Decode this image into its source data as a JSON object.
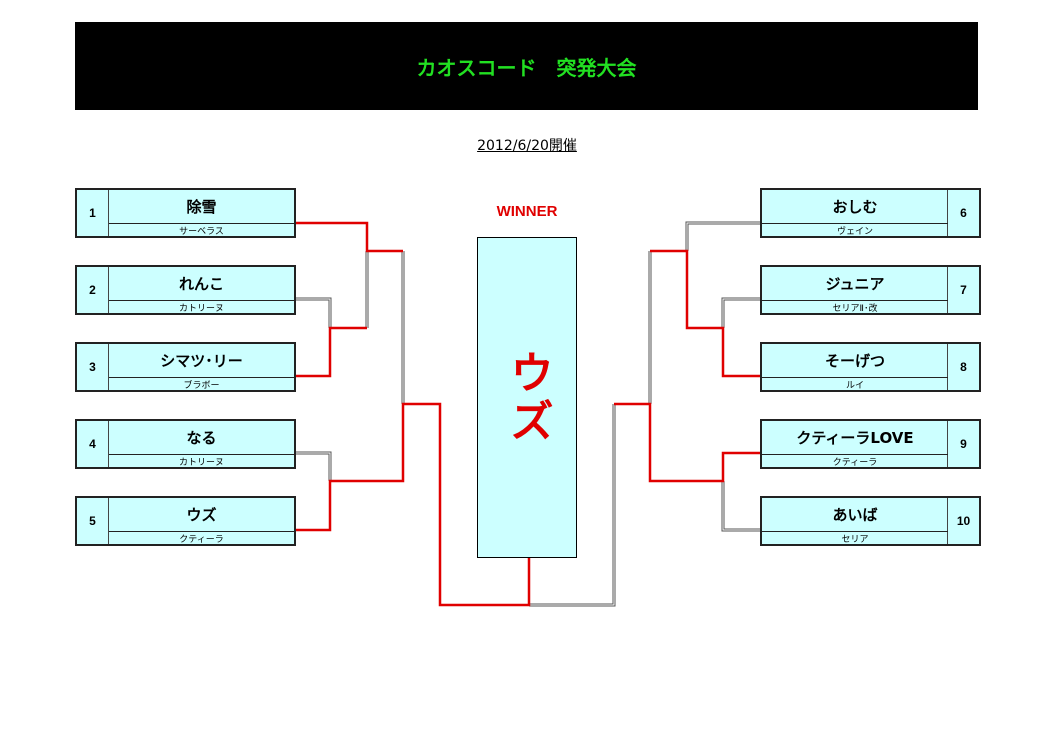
{
  "title": "カオスコード　突発大会",
  "date": "2012/6/20開催",
  "winner_label": "WINNER",
  "winner": "ウズ",
  "colors": {
    "title_bg": "#000000",
    "title_text": "#22e022",
    "win_line": "#e00000",
    "entry_bg": "#ccffff"
  },
  "entries": [
    {
      "seed": "1",
      "name": "除雪",
      "team": "サーベラス"
    },
    {
      "seed": "2",
      "name": "れんこ",
      "team": "カトリーヌ"
    },
    {
      "seed": "3",
      "name": "シマツ･リー",
      "team": "ブラボー"
    },
    {
      "seed": "4",
      "name": "なる",
      "team": "カトリーヌ"
    },
    {
      "seed": "5",
      "name": "ウズ",
      "team": "クティーラ"
    },
    {
      "seed": "6",
      "name": "おしむ",
      "team": "ヴェイン"
    },
    {
      "seed": "7",
      "name": "ジュニア",
      "team": "セリアⅡ･改"
    },
    {
      "seed": "8",
      "name": "そーげつ",
      "team": "ルイ"
    },
    {
      "seed": "9",
      "name": "クティーラLOVE",
      "team": "クティーラ"
    },
    {
      "seed": "10",
      "name": "あいば",
      "team": "セリア"
    }
  ]
}
